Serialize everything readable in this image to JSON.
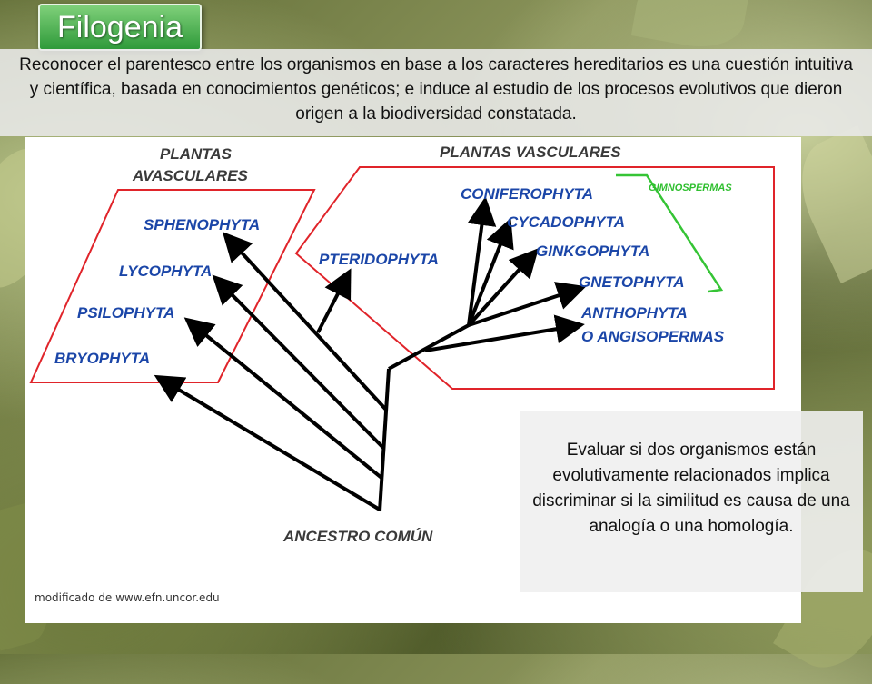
{
  "slide": {
    "title": "Filogenia",
    "intro": "Reconocer el parentesco entre los organismos en base a los caracteres hereditarios es una cuestión intuitiva y científica, basada en conocimientos genéticos; e induce al estudio de los procesos evolutivos que dieron origen a la biodiversidad constatada.",
    "note": "Evaluar  si dos organismos están evolutivamente relacionados implica discriminar si la similitud es causa de una analogía o una homología."
  },
  "diagram": {
    "group_avascular": [
      "PLANTAS",
      "AVASCULARES"
    ],
    "group_vascular": "PLANTAS VASCULARES",
    "group_gymnosperms": "GIMNOSPERMAS",
    "root": "ANCESTRO COMÚN",
    "credit": "modificado de www.efn.uncor.edu",
    "taxa": {
      "sphenophyta": "SPHENOPHYTA",
      "lycophyta": "LYCOPHYTA",
      "psilophyta": "PSILOPHYTA",
      "bryophyta": "BRYOPHYTA",
      "pteridophyta": "PTERIDOPHYTA",
      "coniferophyta": "CONIFEROPHYTA",
      "cycadophyta": "CYCADOPHYTA",
      "ginkgophyta": "GINKGOPHYTA",
      "gnetophyta": "GNETOPHYTA",
      "anthophyta": [
        "ANTHOPHYTA",
        "O ANGISOPERMAS"
      ]
    },
    "colors": {
      "tree": "#000000",
      "frame": "#e0242a",
      "taxon": "#1b46a8",
      "gymnosperm": "#35c435"
    }
  }
}
